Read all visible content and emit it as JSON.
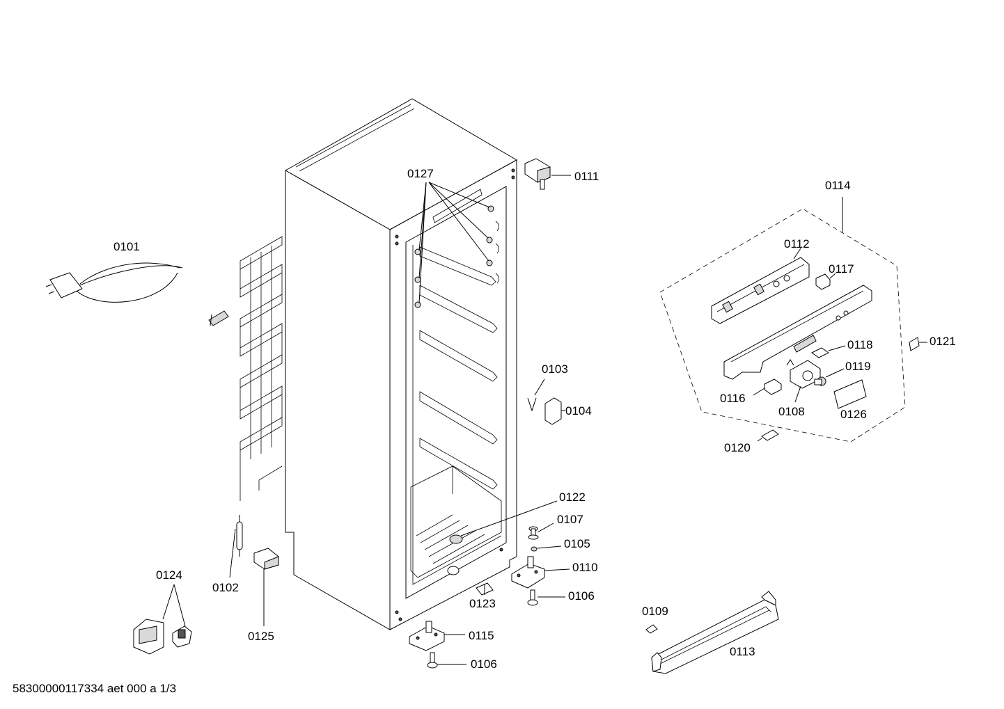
{
  "diagram": {
    "labels": {
      "p0101": "0101",
      "p0102": "0102",
      "p0103": "0103",
      "p0104": "0104",
      "p0105": "0105",
      "p0106a": "0106",
      "p0106b": "0106",
      "p0107": "0107",
      "p0108": "0108",
      "p0109": "0109",
      "p0110": "0110",
      "p0111": "0111",
      "p0112": "0112",
      "p0113": "0113",
      "p0114": "0114",
      "p0115": "0115",
      "p0116": "0116",
      "p0117": "0117",
      "p0118": "0118",
      "p0119": "0119",
      "p0120": "0120",
      "p0121": "0121",
      "p0122": "0122",
      "p0123": "0123",
      "p0124": "0124",
      "p0125": "0125",
      "p0126": "0126",
      "p0127": "0127"
    },
    "footer": "58300000117334 aet 000 a 1/3"
  }
}
